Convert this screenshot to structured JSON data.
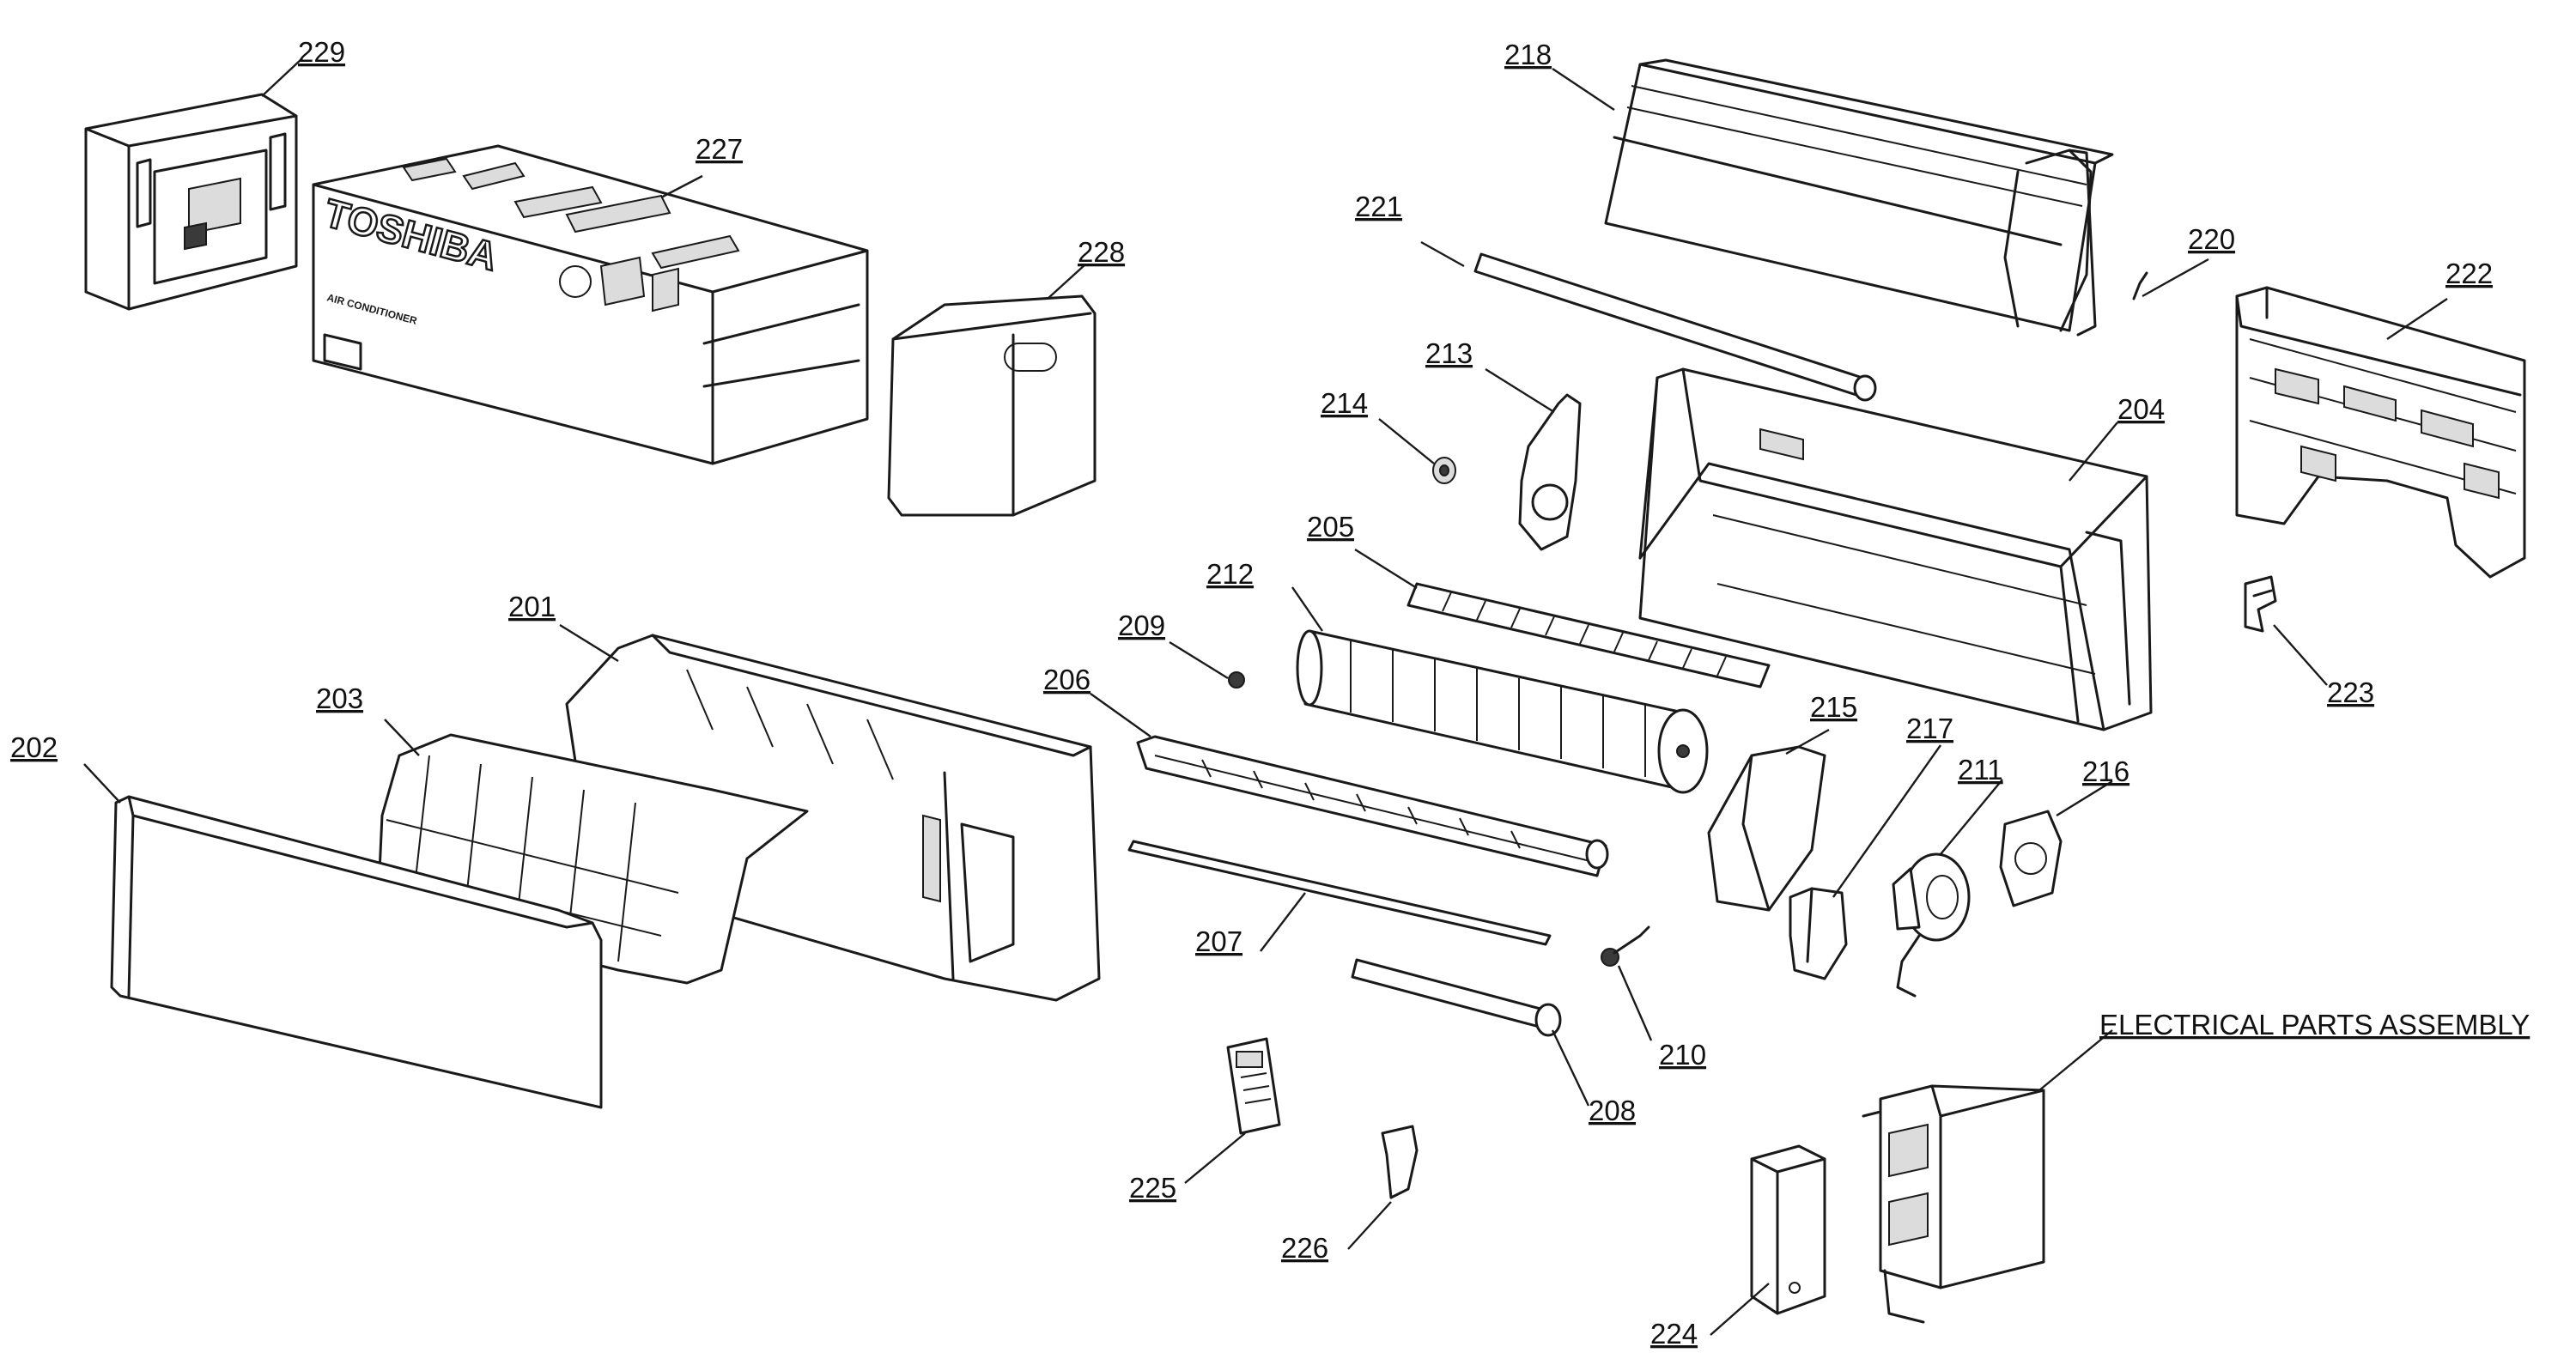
{
  "brand_text": "TOSHIBA",
  "carton_text": "AIR CONDITIONER",
  "assembly_label": "ELECTRICAL PARTS ASSEMBLY",
  "callouts": {
    "c201": "201",
    "c202": "202",
    "c203": "203",
    "c204": "204",
    "c205": "205",
    "c206": "206",
    "c207": "207",
    "c208": "208",
    "c209": "209",
    "c210": "210",
    "c211": "211",
    "c212": "212",
    "c213": "213",
    "c214": "214",
    "c215": "215",
    "c216": "216",
    "c217": "217",
    "c218": "218",
    "c220": "220",
    "c221": "221",
    "c222": "222",
    "c223": "223",
    "c224": "224",
    "c225": "225",
    "c226": "226",
    "c227": "227",
    "c228": "228",
    "c229": "229"
  }
}
